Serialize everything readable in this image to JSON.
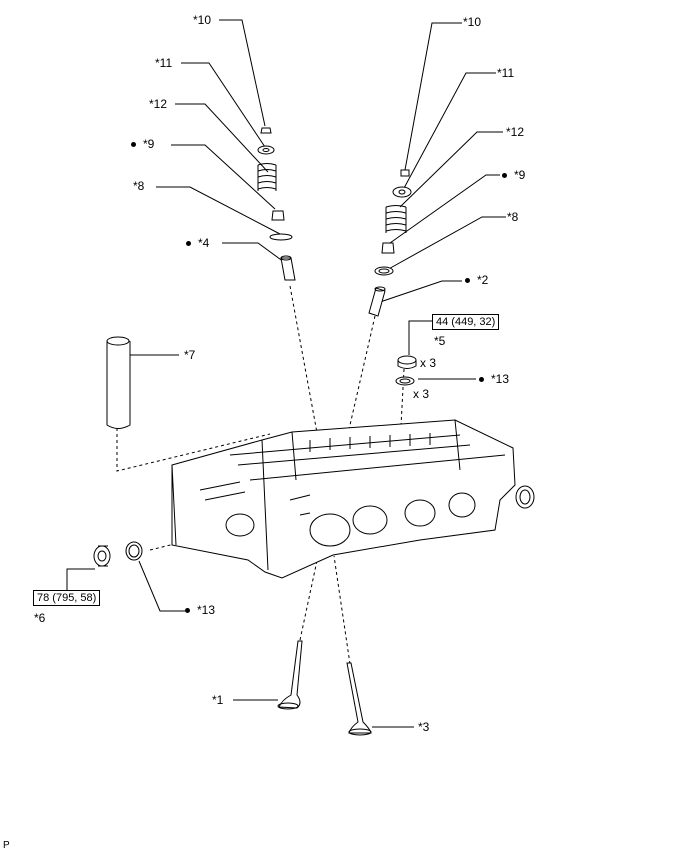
{
  "labels": {
    "l10a": "*10",
    "l11a": "*11",
    "l12a": "*12",
    "l9a": "*9",
    "l8a": "*8",
    "l4": "*4",
    "l10b": "*10",
    "l11b": "*11",
    "l12b": "*12",
    "l9b": "*9",
    "l8b": "*8",
    "l2": "*2",
    "l5": "*5",
    "l7": "*7",
    "l13a": "*13",
    "l13b": "*13",
    "l6": "*6",
    "l1": "*1",
    "l3": "*3"
  },
  "torque": {
    "t5": "44 (449, 32)",
    "t6": "78 (795, 58)"
  },
  "qty": {
    "q1": "x 3",
    "q2": "x 3"
  },
  "corner": "P"
}
